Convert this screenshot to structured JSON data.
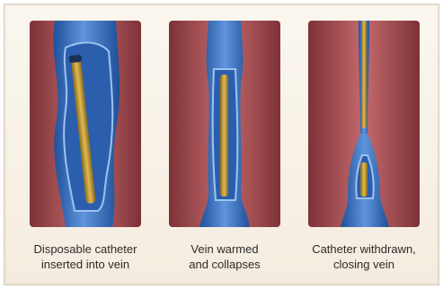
{
  "steps": [
    {
      "line1": "Disposable catheter",
      "line2": "inserted into vein"
    },
    {
      "line1": "Vein warmed",
      "line2": "and collapses"
    },
    {
      "line1": "Catheter withdrawn,",
      "line2": "closing vein"
    }
  ],
  "colors": {
    "tissue": "#b0555a",
    "tissue_dark": "#7d3238",
    "vein": "#3f78c8",
    "vein_dark": "#1f4f9a",
    "vein_light": "#8db8ec",
    "catheter": "#c9a23c",
    "catheter_dark": "#8a6a1e"
  }
}
